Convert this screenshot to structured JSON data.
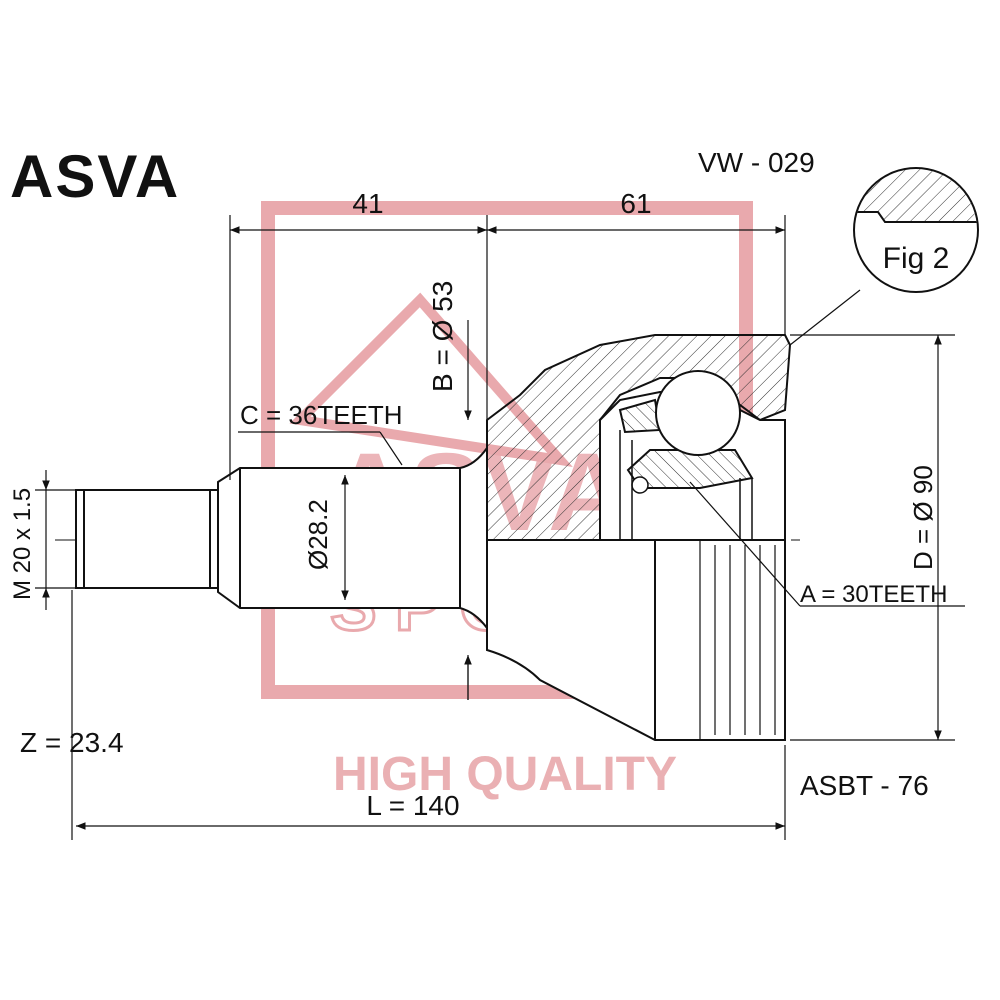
{
  "brand": {
    "name": "ASVA"
  },
  "part_number": "VW - 029",
  "boot_code": "ASBT - 76",
  "dimensions": {
    "length_a": "41",
    "length_b": "61",
    "b_label": "B = Ø 53",
    "c_label": "C = 36TEETH",
    "shaft_dia": "Ø28.2",
    "thread": "M 20 x 1.5",
    "d_label": "D = Ø 90",
    "a_label": "A = 30TEETH",
    "z_label": "Z = 23.4",
    "l_label": "L = 140"
  },
  "fig_label": "Fig 2",
  "watermark": {
    "line1": "ASVA",
    "line2": "SPORT",
    "tagline": "HIGH QUALITY",
    "color": "#e9a9ad"
  },
  "colors": {
    "ink": "#111111",
    "hatch": "#333333"
  }
}
